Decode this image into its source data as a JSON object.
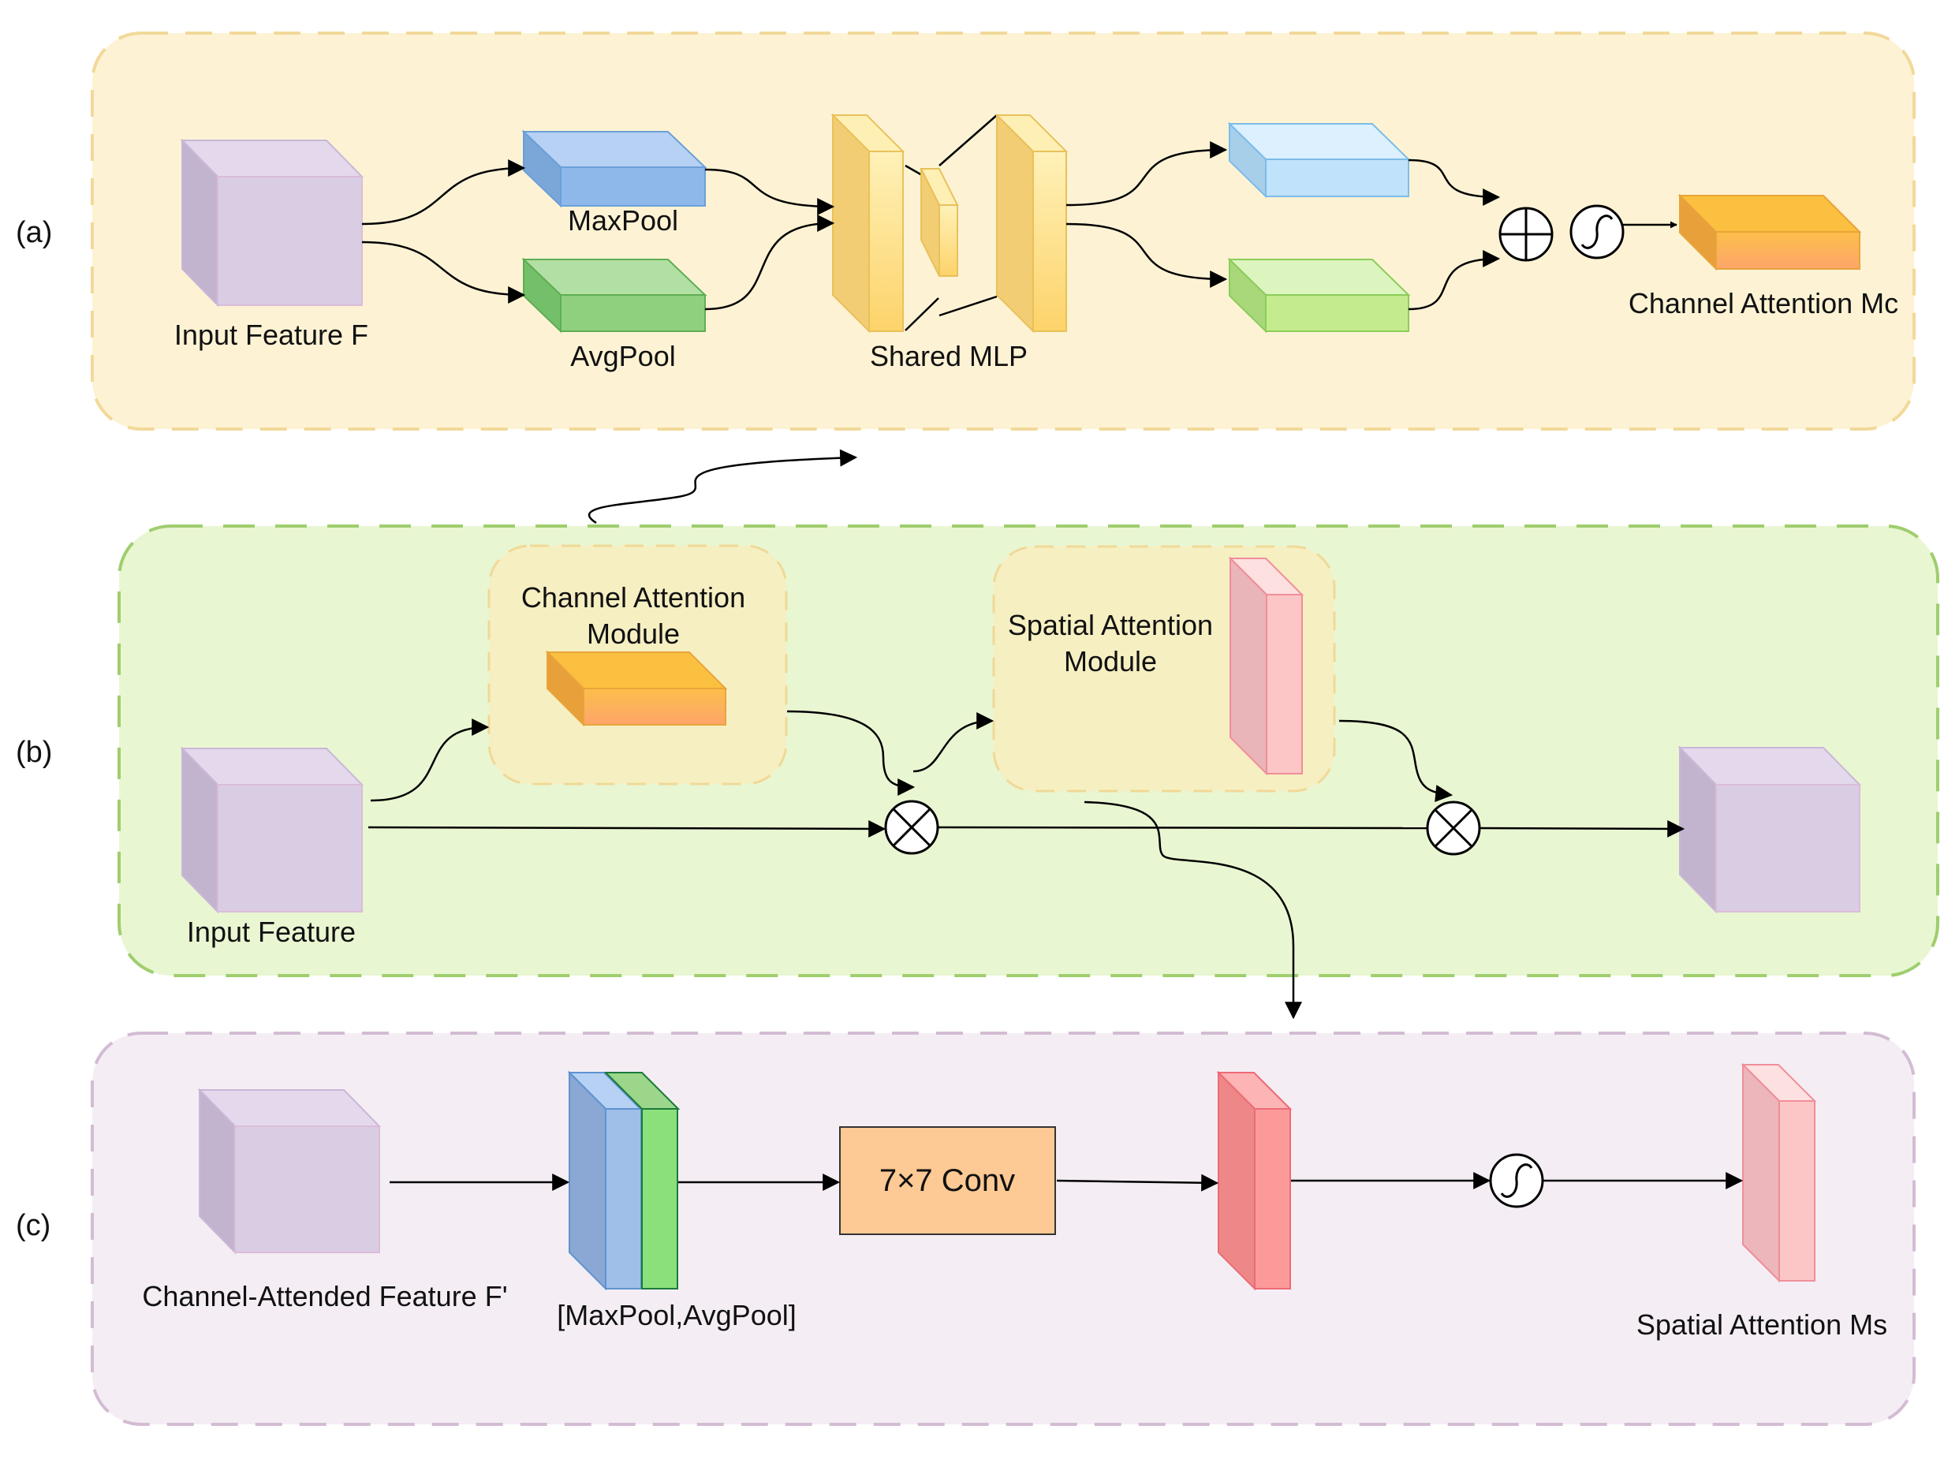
{
  "panels": {
    "a": {
      "tag": "(a)",
      "fill": "#fdf3d4",
      "stroke": "#f2d99a"
    },
    "b": {
      "tag": "(b)",
      "fill": "#e9f6d2",
      "stroke": "#9fce6e"
    },
    "c": {
      "tag": "(c)",
      "fill": "#f4eef4",
      "stroke": "#d3bcd3"
    }
  },
  "labels": {
    "input_feature_f": "Input Feature F",
    "maxpool": "MaxPool",
    "avgpool": "AvgPool",
    "shared_mlp": "Shared MLP",
    "channel_attention_mc": "Channel Attention Mc",
    "cam_line1": "Channel Attention",
    "cam_line2": "Module",
    "sam_line1": "Spatial Attention",
    "sam_line2": "Module",
    "input_feature": "Input Feature",
    "channel_attended": "Channel-Attended Feature F'",
    "maxpool_avgpool": "[MaxPool,AvgPool]",
    "conv": "7×7 Conv",
    "spatial_attention_ms": "Spatial Attention Ms"
  },
  "colors": {
    "lavender": "#d9cde4",
    "blue": "#8fb8ea",
    "green": "#8fd07f",
    "mlp": "#fde08a",
    "orange": "#fcb25a",
    "light_blue": "#c0e2fb",
    "light_green": "#c4ec8e",
    "pink": "#fcc6c6",
    "red": "#fc9a9a",
    "conv": "#fdc994"
  }
}
